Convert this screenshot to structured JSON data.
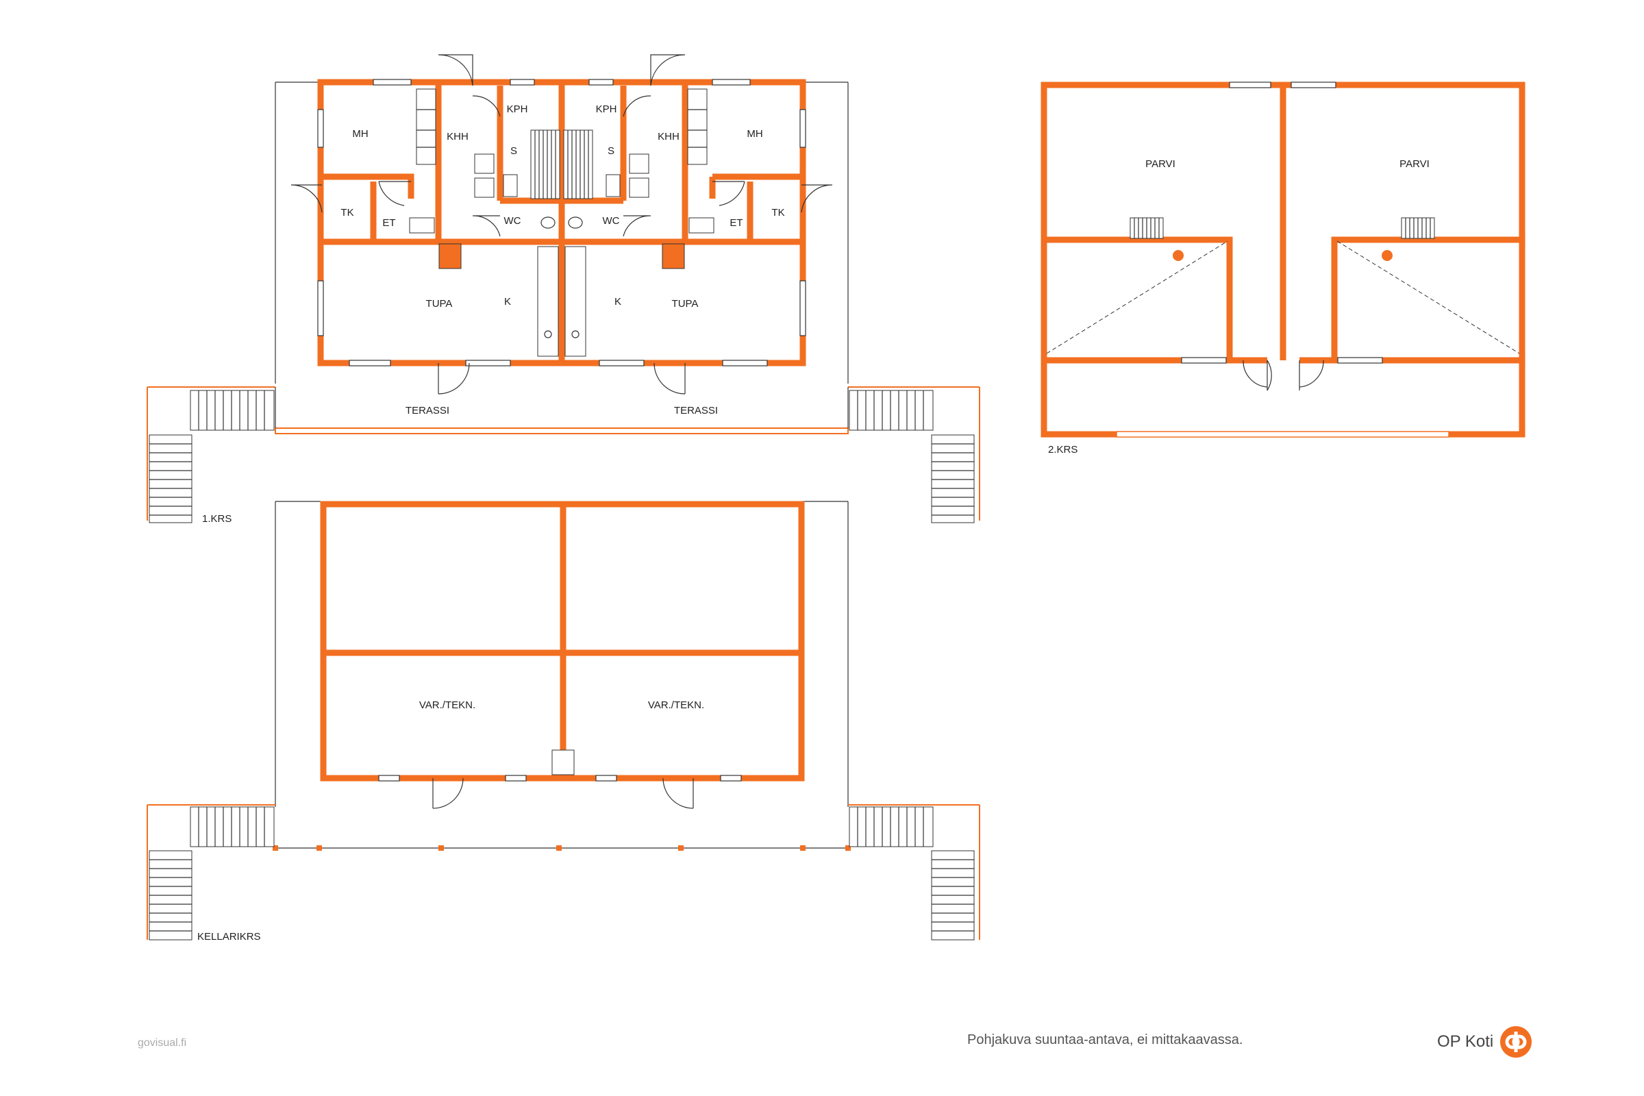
{
  "floors": {
    "first": {
      "label": "1.KRS",
      "rooms": {
        "mh_left": "MH",
        "khh_left": "KHH",
        "kph_left": "KPH",
        "s_left": "S",
        "tk_left": "TK",
        "et_left": "ET",
        "wc_left": "WC",
        "tupa_left": "TUPA",
        "k_left": "K",
        "kph_right": "KPH",
        "khh_right": "KHH",
        "mh_right": "MH",
        "s_right": "S",
        "wc_right": "WC",
        "et_right": "ET",
        "tk_right": "TK",
        "k_right": "K",
        "tupa_right": "TUPA",
        "terassi_left": "TERASSI",
        "terassi_right": "TERASSI"
      }
    },
    "second": {
      "label": "2.KRS",
      "rooms": {
        "parvi_left": "PARVI",
        "parvi_right": "PARVI"
      }
    },
    "basement": {
      "label": "KELLARIKRS",
      "rooms": {
        "var_left": "VAR./TEKN.",
        "var_right": "VAR./TEKN."
      }
    }
  },
  "footer": {
    "credit": "govisual.fi",
    "note": "Pohjakuva suuntaa-antava, ei mittakaavassa.",
    "brand": "OP Koti"
  },
  "colors": {
    "wall": "#f26f21",
    "line": "#333333",
    "background": "#ffffff"
  }
}
